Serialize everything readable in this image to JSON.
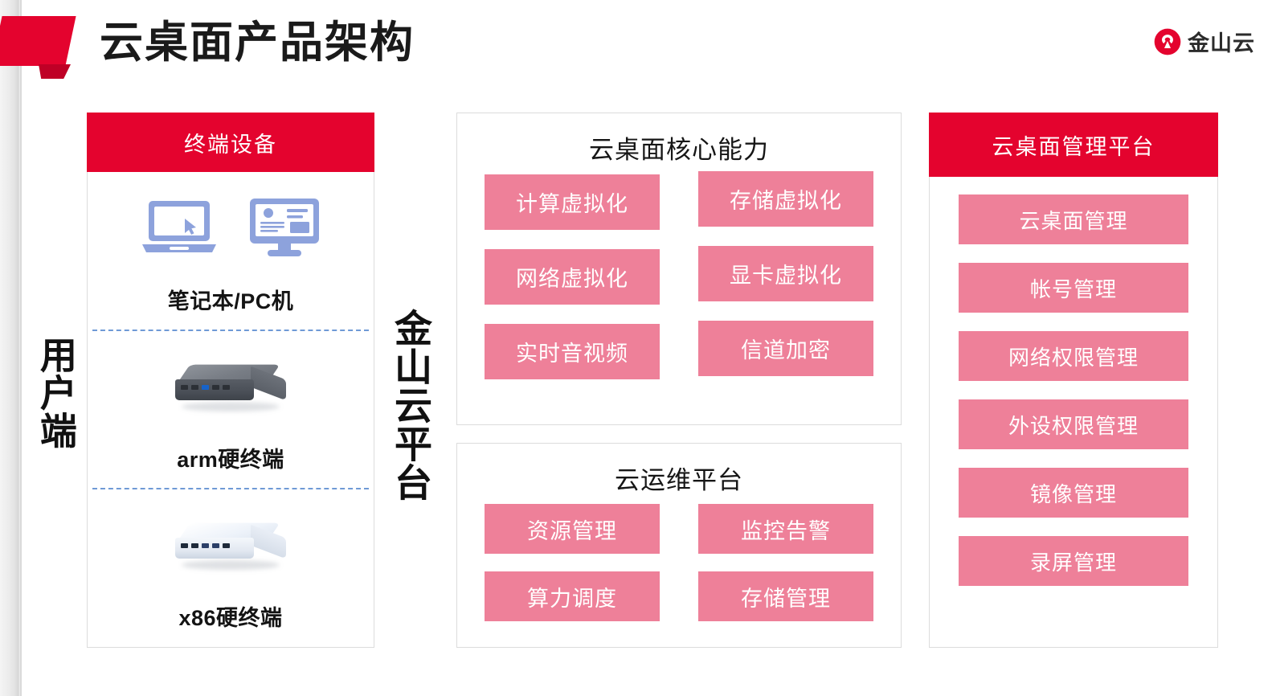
{
  "slide": {
    "title": "云桌面产品架构",
    "brand_name": "金山云",
    "brand_icon": "kingsoft-cloud-logo-icon",
    "colors": {
      "brand_red": "#E4032E",
      "banner_fold_red": "#BF0026",
      "chip_pink": "#EE8099",
      "panel_border": "#DCDCDC",
      "divider_blue": "#6F9AD6",
      "device_icon_blue": "#8DA2DC"
    }
  },
  "side_labels": {
    "client": "用户端",
    "cloud_platform": "金山云平台"
  },
  "terminal_panel": {
    "header": "终端设备",
    "items": [
      {
        "label": "笔记本/PC机",
        "art": "laptop-and-monitor-icons"
      },
      {
        "label": "arm硬终端",
        "art": "arm-mini-pc-photo"
      },
      {
        "label": "x86硬终端",
        "art": "x86-mini-pc-photo"
      }
    ]
  },
  "core_panel": {
    "title": "云桌面核心能力",
    "chips_left": [
      "计算虚拟化",
      "网络虚拟化",
      "实时音视频"
    ],
    "chips_right": [
      "存储虚拟化",
      "显卡虚拟化",
      "信道加密"
    ]
  },
  "ops_panel": {
    "title": "云运维平台",
    "chips_left": [
      "资源管理",
      "算力调度"
    ],
    "chips_right": [
      "监控告警",
      "存储管理"
    ]
  },
  "manage_panel": {
    "header": "云桌面管理平台",
    "items": [
      "云桌面管理",
      "帐号管理",
      "网络权限管理",
      "外设权限管理",
      "镜像管理",
      "录屏管理"
    ]
  }
}
